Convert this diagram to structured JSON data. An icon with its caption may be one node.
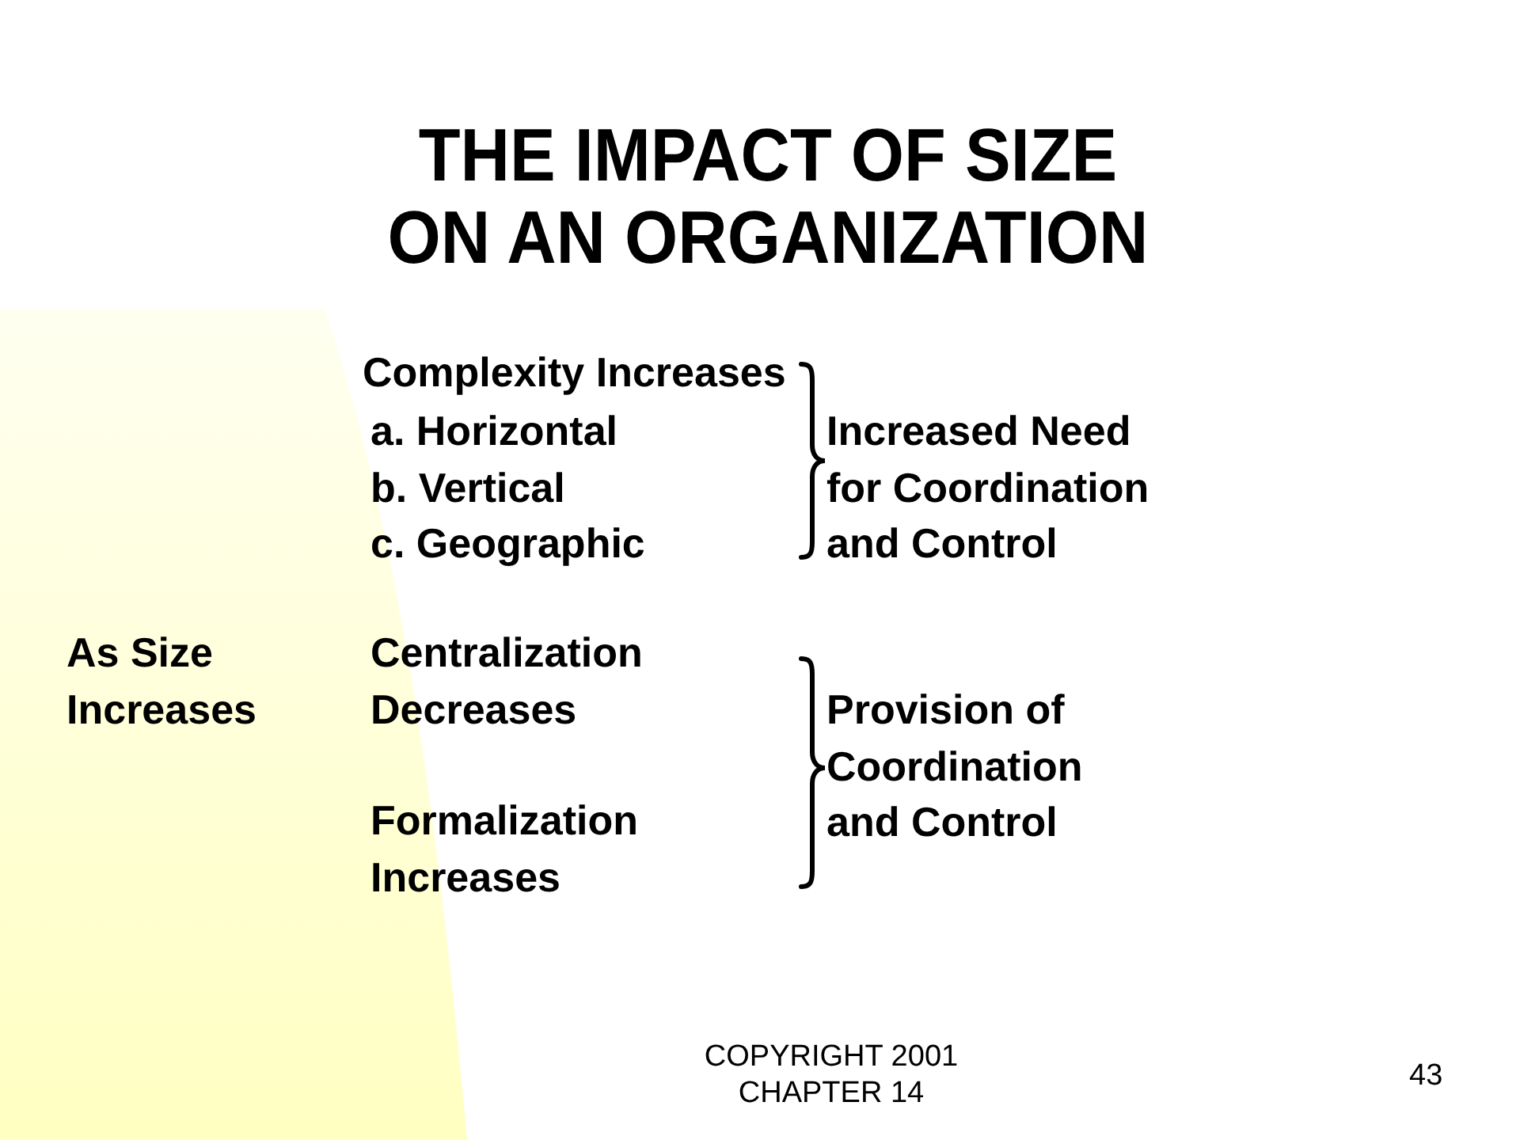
{
  "diagram": {
    "title": "THE IMPACT OF SIZE ON AN ORGANIZATION",
    "labels": [
      "Complexity Increases",
      "a. Horizontal",
      "b. Vertical",
      "c. Geographic",
      "Increased Need for Coordination and Control",
      "As Size Increases",
      "Centralization Decreases",
      "Formalization Increases",
      "Provision of Coordination and Control",
      "COPYRIGHT 2001 CHAPTER 14",
      "43"
    ]
  }
}
